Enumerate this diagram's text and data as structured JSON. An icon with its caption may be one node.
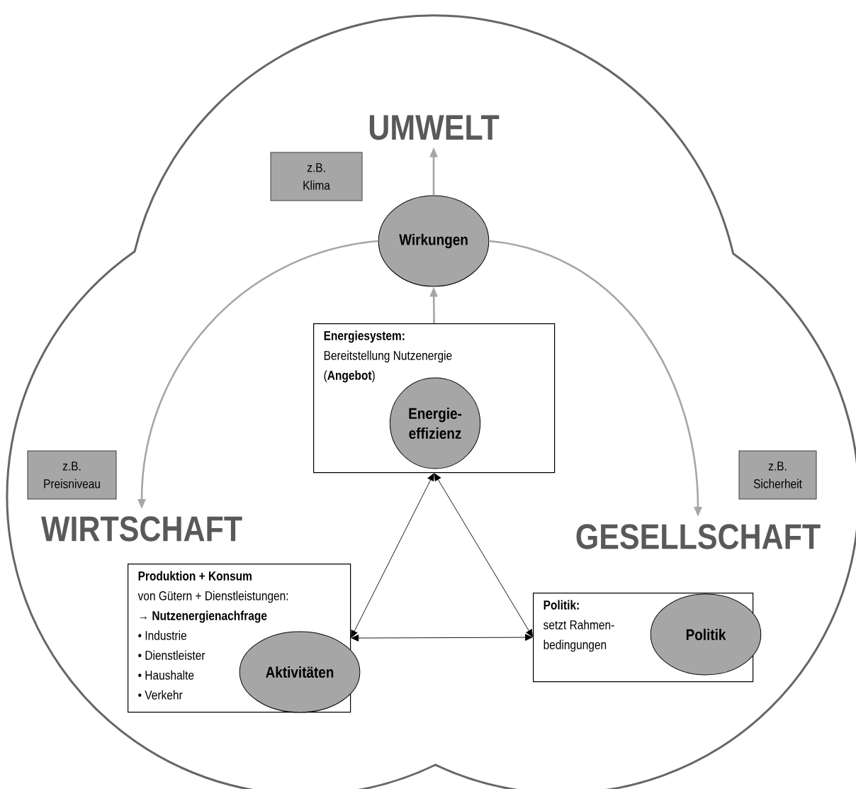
{
  "diagram": {
    "nodes": [
      {
        "text": [
          "UMWELT"
        ]
      },
      {
        "text": [
          "z.B. Klima"
        ]
      },
      {
        "text": [
          "Wirkungen"
        ]
      },
      {
        "text": [
          "Energiesystem:",
          "Bereitstellung Nutzenergie (**Angebot**)"
        ]
      },
      {
        "text": [
          "Energie- effizienz"
        ],
        "in": 3
      },
      {
        "text": [
          "z.B. Preisniveau"
        ]
      },
      {
        "text": [
          "WIRTSCHAFT"
        ]
      },
      {
        "text": [
          "z.B. Sicherheit"
        ]
      },
      {
        "text": [
          "GESELLSCHAFT"
        ]
      },
      {
        "text": [
          "Produktion + Konsum",
          "von Gütern + Dienstleistungen:",
          "→ **Nutzenergienachfrage**",
          "• Industrie",
          "• Dienstleister",
          "• Haushalte",
          "• Verkehr"
        ]
      },
      {
        "text": [
          "Aktivitäten"
        ],
        "in": 9
      },
      {
        "text": [
          "Politik:",
          "setzt Rahmen- bedingungen"
        ]
      },
      {
        "text": [
          "Politik"
        ],
        "in": 11
      }
    ],
    "edges": [
      {
        "from": 2,
        "to": 0,
        "arrow": "to",
        "color": "#a6a6a6"
      },
      {
        "from": 3,
        "to": 2,
        "arrow": "to",
        "color": "#a6a6a6"
      },
      {
        "from": 2,
        "to": 6,
        "arrow": "to",
        "color": "#a6a6a6"
      },
      {
        "from": 2,
        "to": 8,
        "arrow": "to",
        "color": "#a6a6a6"
      },
      {
        "from": 3,
        "to": 9,
        "arrow": "both",
        "color": "#000000"
      },
      {
        "from": 3,
        "to": 11,
        "arrow": "both",
        "color": "#000000"
      },
      {
        "from": 9,
        "to": 11,
        "arrow": "both",
        "color": "#000000"
      }
    ]
  }
}
